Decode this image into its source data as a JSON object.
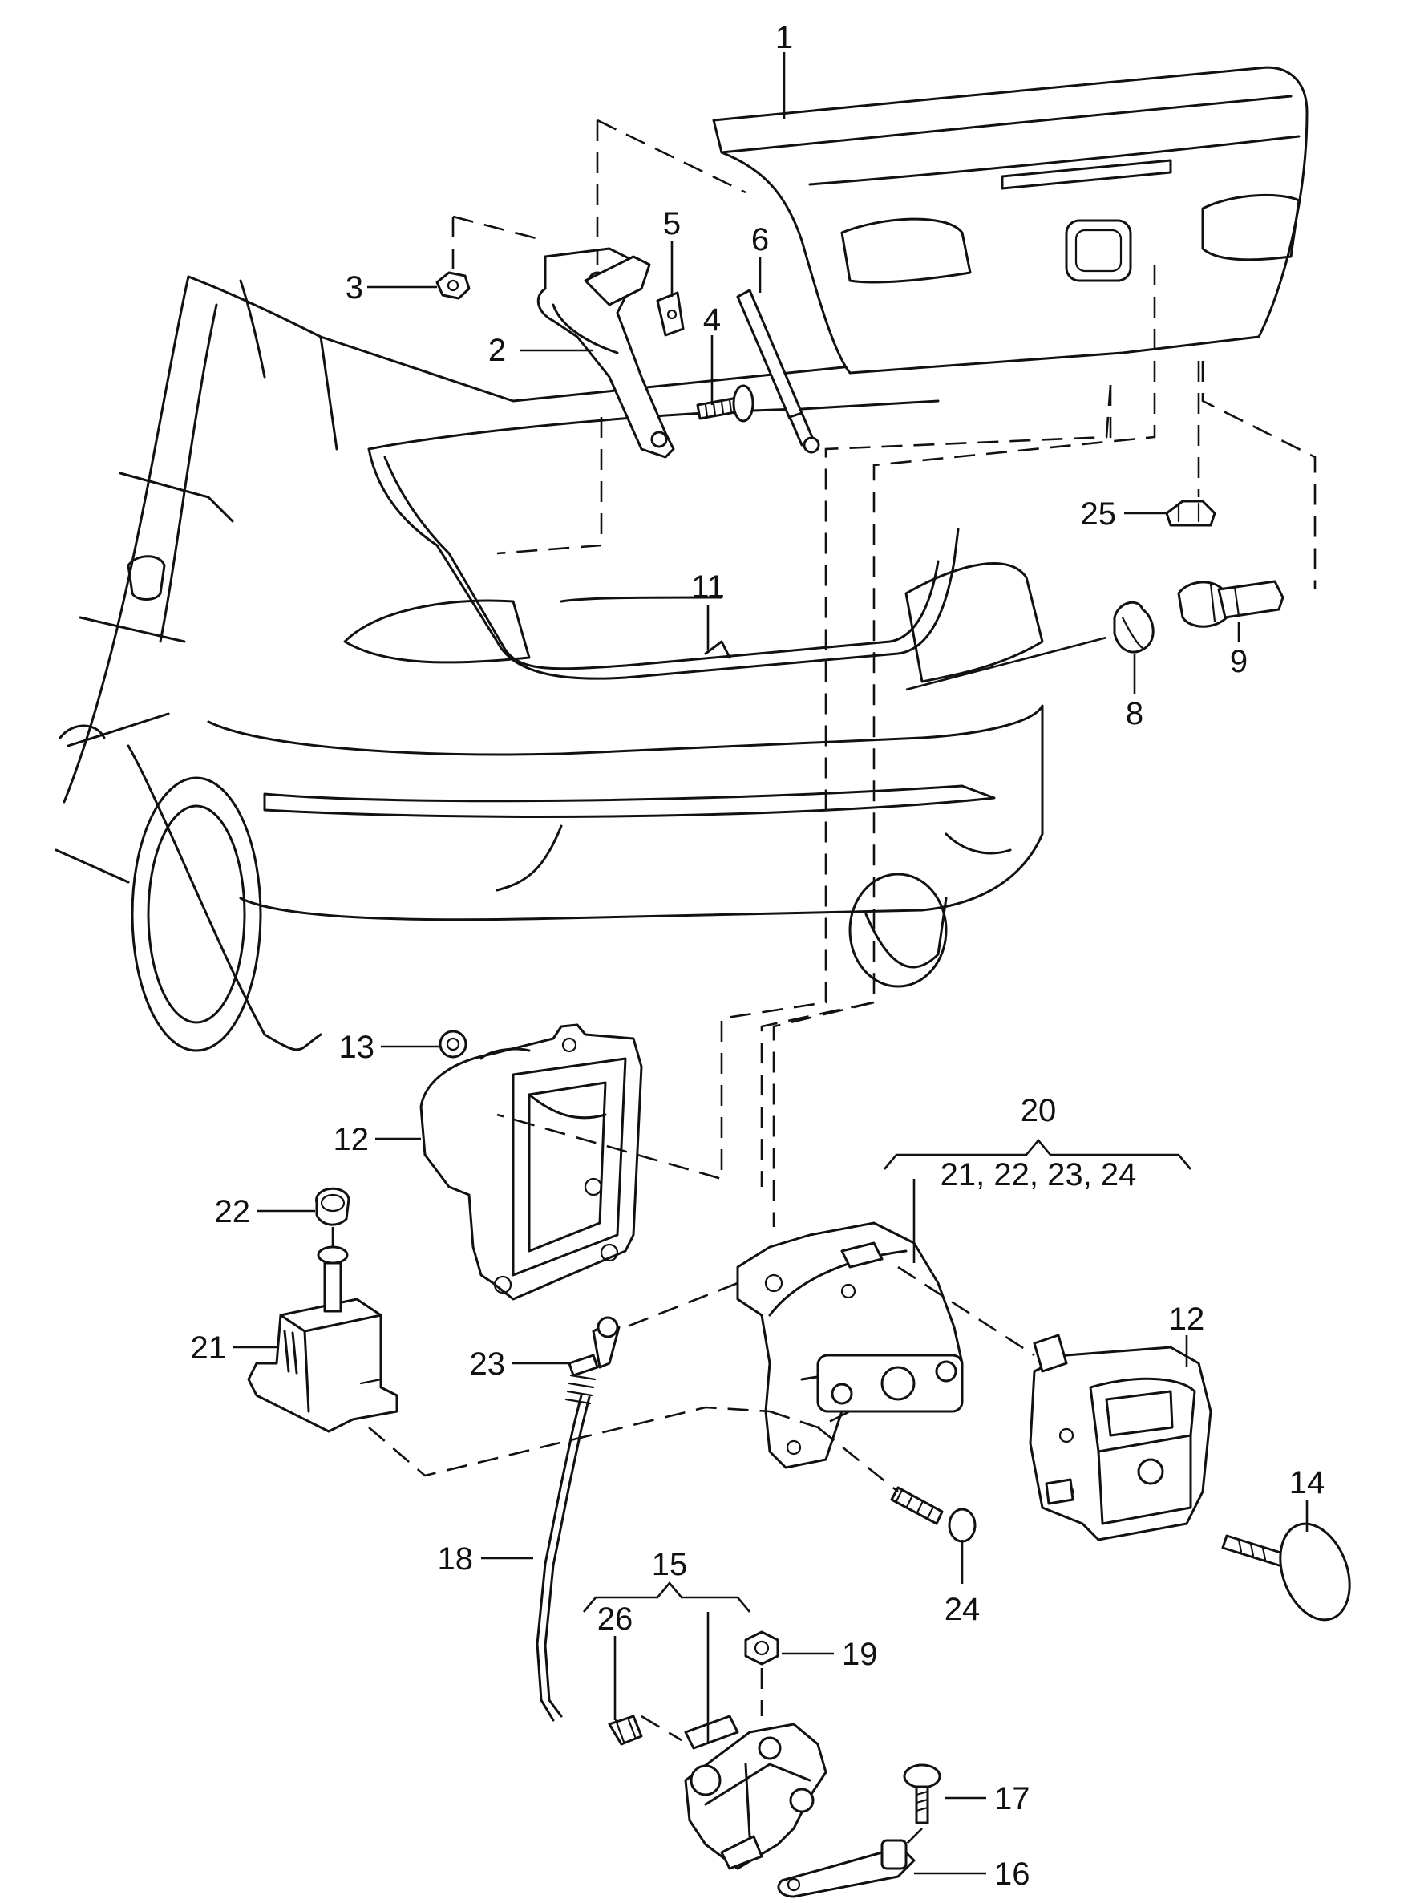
{
  "callouts": {
    "c1": "1",
    "c2": "2",
    "c3": "3",
    "c4": "4",
    "c5": "5",
    "c6": "6",
    "c8": "8",
    "c9": "9",
    "c11": "11",
    "c12a": "12",
    "c12b": "12",
    "c13": "13",
    "c14": "14",
    "c15": "15",
    "c16": "16",
    "c17": "17",
    "c18": "18",
    "c19": "19",
    "c20": "20",
    "c20_sub": "21, 22, 23, 24",
    "c21": "21",
    "c22": "22",
    "c23": "23",
    "c24": "24",
    "c25": "25",
    "c26": "26"
  }
}
